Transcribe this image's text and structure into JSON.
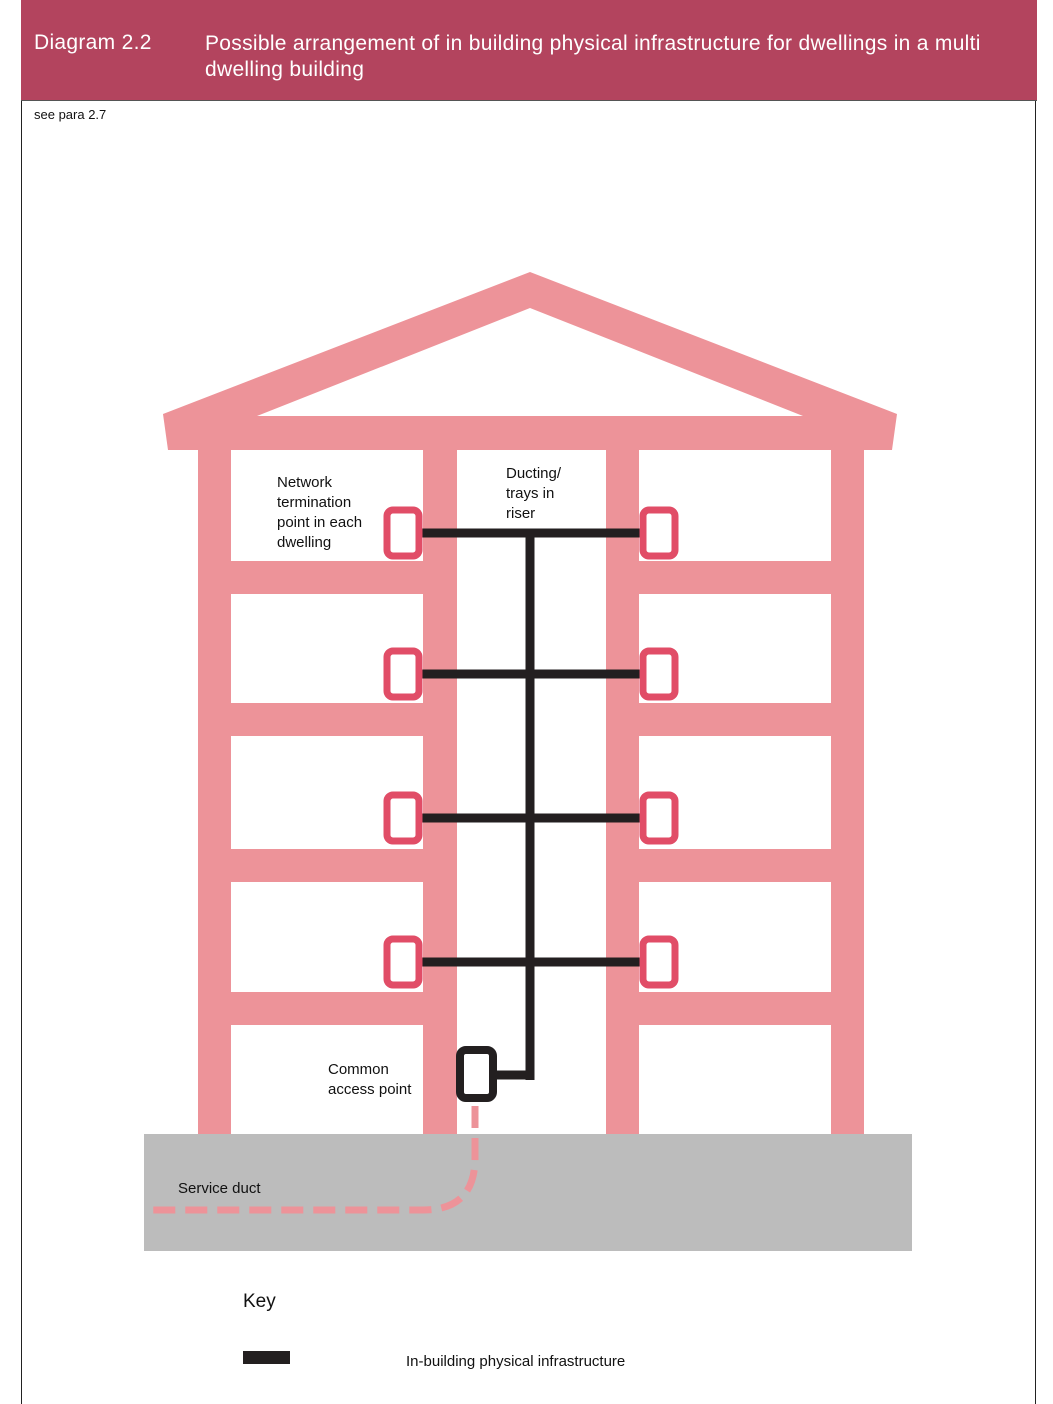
{
  "header": {
    "number": "Diagram 2.2",
    "title": "Possible arrangement of in building physical infrastructure for dwellings in a multi dwelling building"
  },
  "reference": "see para 2.7",
  "labels": {
    "termination": [
      "Network",
      "termination",
      "point in each",
      "dwelling"
    ],
    "ducting": [
      "Ducting/",
      "trays in",
      "riser"
    ],
    "common_access": [
      "Common",
      "access point"
    ],
    "service_duct": "Service duct"
  },
  "key": {
    "title": "Key",
    "items": [
      {
        "label": "In-building physical infrastructure",
        "color": "#231f20"
      }
    ]
  },
  "colors": {
    "header_bg": "#b3445e",
    "building": "#ed9399",
    "termination_point": "#e14d67",
    "infrastructure": "#231f20",
    "ground": "#bcbcbc",
    "service_duct": "#ed9399"
  }
}
